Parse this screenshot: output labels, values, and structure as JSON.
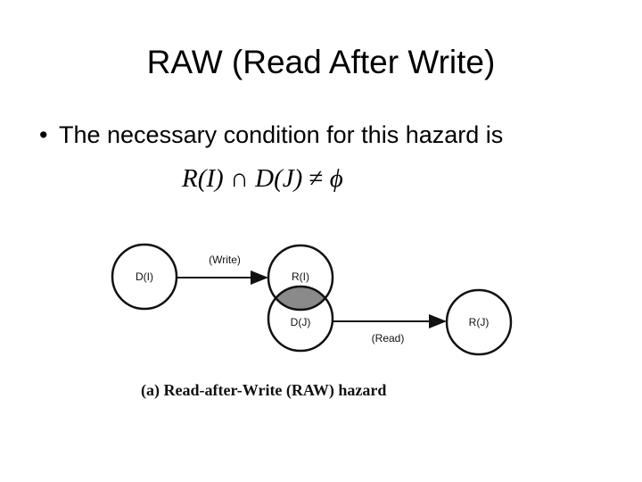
{
  "slide": {
    "title": "RAW (Read After Write)",
    "bullet_marker": "•",
    "bullet_text": "The necessary condition for this hazard is"
  },
  "formula": {
    "lhs_a": "R(I)",
    "operator_intersection": "∩",
    "lhs_b": "D(J)",
    "operator_neq": "≠",
    "rhs": "ϕ"
  },
  "diagram": {
    "nodes": {
      "d_i": "D(I)",
      "r_i": "R(I)",
      "d_j": "D(J)",
      "r_j": "R(J)"
    },
    "edge_write_label": "(Write)",
    "edge_read_label": "(Read)",
    "caption": "(a) Read-after-Write (RAW) hazard",
    "colors": {
      "overlap_fill": "#8a8a8a",
      "stroke": "#111111"
    }
  }
}
